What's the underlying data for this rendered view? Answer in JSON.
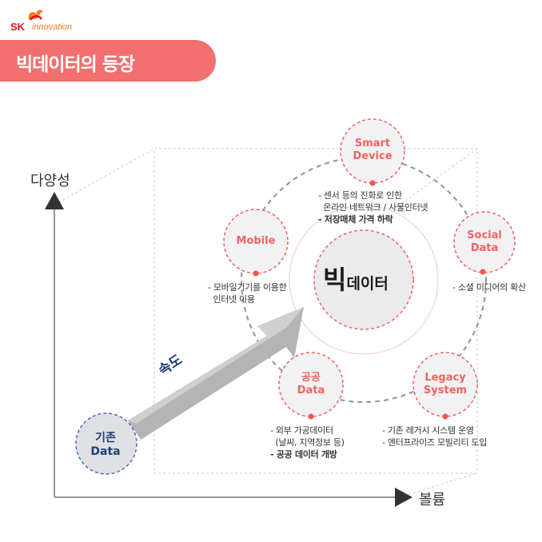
{
  "logo": {
    "brand": "SK",
    "sub": "innovation"
  },
  "title": "빅데이터의 등장",
  "axes": {
    "y_label": "다양성",
    "x_label": "볼륨"
  },
  "center": {
    "big": "빅",
    "small": "데이터"
  },
  "speed_label": "속도",
  "old_data": {
    "line1": "기존",
    "line2": "Data"
  },
  "nodes": [
    {
      "id": "smart",
      "line1": "Smart",
      "line2": "Device",
      "desc": [
        "- 센서 등의 진화로 인한",
        "  온라인 네트워크 / 사물인터넷",
        "- 저장매체 가격 하락"
      ]
    },
    {
      "id": "social",
      "line1": "Social",
      "line2": "Data",
      "desc": [
        "- 소셜 미디어의 확산"
      ]
    },
    {
      "id": "legacy",
      "line1": "Legacy",
      "line2": "System",
      "desc": [
        "- 기존 레거시 시스템 운영",
        "- 엔터프라이즈 모빌리티 도입"
      ]
    },
    {
      "id": "public",
      "line1": "공공",
      "line2": "Data",
      "desc": [
        "- 외부 가공데이터",
        "  (날씨, 지역정보 등)",
        "- 공공 데이터 개방"
      ]
    },
    {
      "id": "mobile",
      "line1": "Mobile",
      "line2": "",
      "desc": [
        "- 모바일기기를 이용한",
        "  인터넷 이용"
      ]
    }
  ],
  "colors": {
    "accent": "#f26f6f",
    "node_fill": "#f2f2f2",
    "node_border": "#f06262",
    "navy": "#1f3d7a",
    "old_fill": "#dfe0e4"
  }
}
